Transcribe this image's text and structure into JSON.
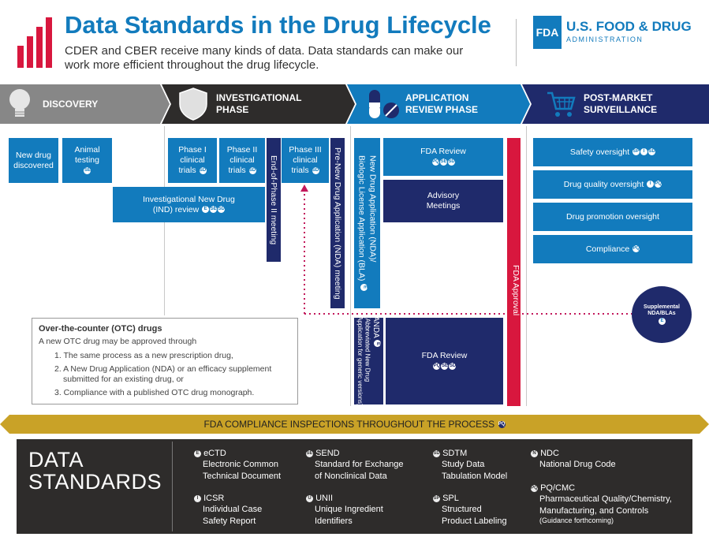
{
  "header": {
    "title": "Data Standards in the Drug Lifecycle",
    "subtitle_line1": "CDER and CBER receive many kinds of data. Data standards can make our",
    "subtitle_line2": "work more efficient throughout the drug lifecycle.",
    "fda_badge": "FDA",
    "org_line1": "U.S. FOOD & DRUG",
    "org_line2": "ADMINISTRATION"
  },
  "colors": {
    "brand_blue": "#127bbd",
    "navy": "#1f2a6b",
    "red": "#d8173e",
    "gold": "#c9a227",
    "dark": "#2e2c2b"
  },
  "phases": [
    {
      "line1": "DISCOVERY",
      "line2": "",
      "icon": "lightbulb-icon"
    },
    {
      "line1": "INVESTIGATIONAL",
      "line2": "PHASE",
      "icon": "shield-icon"
    },
    {
      "line1": "APPLICATION",
      "line2": "REVIEW PHASE",
      "icon": "pill-icon"
    },
    {
      "line1": "POST-MARKET",
      "line2": "SURVEILLANCE",
      "icon": "cart-icon"
    }
  ],
  "boxes": {
    "new_drug_l1": "New drug",
    "new_drug_l2": "discovered",
    "animal_l1": "Animal",
    "animal_l2": "testing",
    "ind_l1": "Investigational New Drug",
    "ind_l2": "(IND) review",
    "p1_l1": "Phase I",
    "p1_l2": "clinical",
    "p1_l3": "trials",
    "p2_l1": "Phase II",
    "p2_l2": "clinical",
    "p2_l3": "trials",
    "p3_l1": "Phase III",
    "p3_l2": "clinical",
    "p3_l3": "trials",
    "eop2": "End-of-Phase II meeting",
    "pre_nda": "Pre-New Drug Application (NDA) meeting",
    "nda_l1": "New Drug Application (NDA)/",
    "nda_l2": "Biologic License Application (BLA)",
    "fda_review_top": "FDA Review",
    "advisory_l1": "Advisory",
    "advisory_l2": "Meetings",
    "fda_approval": "FDA Approval",
    "anda_l1": "ANDA",
    "anda_l2": "(Abbreviated New Drug",
    "anda_l3": "Application for generic versions)",
    "fda_review_bottom": "FDA Review",
    "safety": "Safety oversight",
    "quality": "Drug quality oversight",
    "promotion": "Drug promotion oversight",
    "compliance": "Compliance",
    "supp_l1": "Supplemental",
    "supp_l2": "NDA/BLAs"
  },
  "otc": {
    "title": "Over-the-counter (OTC) drugs",
    "intro": "A new OTC drug may be approved through",
    "item1": "1. The same process as a new prescription drug,",
    "item2a": "2. A New Drug Application (NDA) or an efficacy supplement",
    "item2b": "submitted for an existing drug, or",
    "item3": "3. Compliance with a published OTC drug monograph."
  },
  "banner": "FDA COMPLIANCE INSPECTIONS THROUGHOUT THE PROCESS",
  "standards": {
    "title_l1": "DATA",
    "title_l2": "STANDARDS",
    "ectd_code": "eCTD",
    "ectd_l1": "Electronic Common",
    "ectd_l2": "Technical Document",
    "icsr_code": "ICSR",
    "icsr_l1": "Individual Case",
    "icsr_l2": "Safety Report",
    "send_code": "SEND",
    "send_l1": "Standard for Exchange",
    "send_l2": "of Nonclinical Data",
    "unii_code": "UNII",
    "unii_l1": "Unique Ingredient",
    "unii_l2": "Identifiers",
    "sdtm_code": "SDTM",
    "sdtm_l1": "Study Data",
    "sdtm_l2": "Tabulation Model",
    "spl_code": "SPL",
    "spl_l1": "Structured",
    "spl_l2": "Product Labeling",
    "ndc_code": "NDC",
    "ndc_l1": "National Drug Code",
    "pq_code": "PQ/CMC",
    "pq_l1": "Pharmaceutical Quality/Chemistry,",
    "pq_l2": "Manufacturing, and Controls",
    "pq_l3": "(Guidance forthcoming)"
  },
  "icon_letters": {
    "e": "E",
    "se": "SE",
    "sd": "SD",
    "sp": "SP",
    "u": "U",
    "n": "N",
    "pq": "PQ",
    "i": "I"
  }
}
